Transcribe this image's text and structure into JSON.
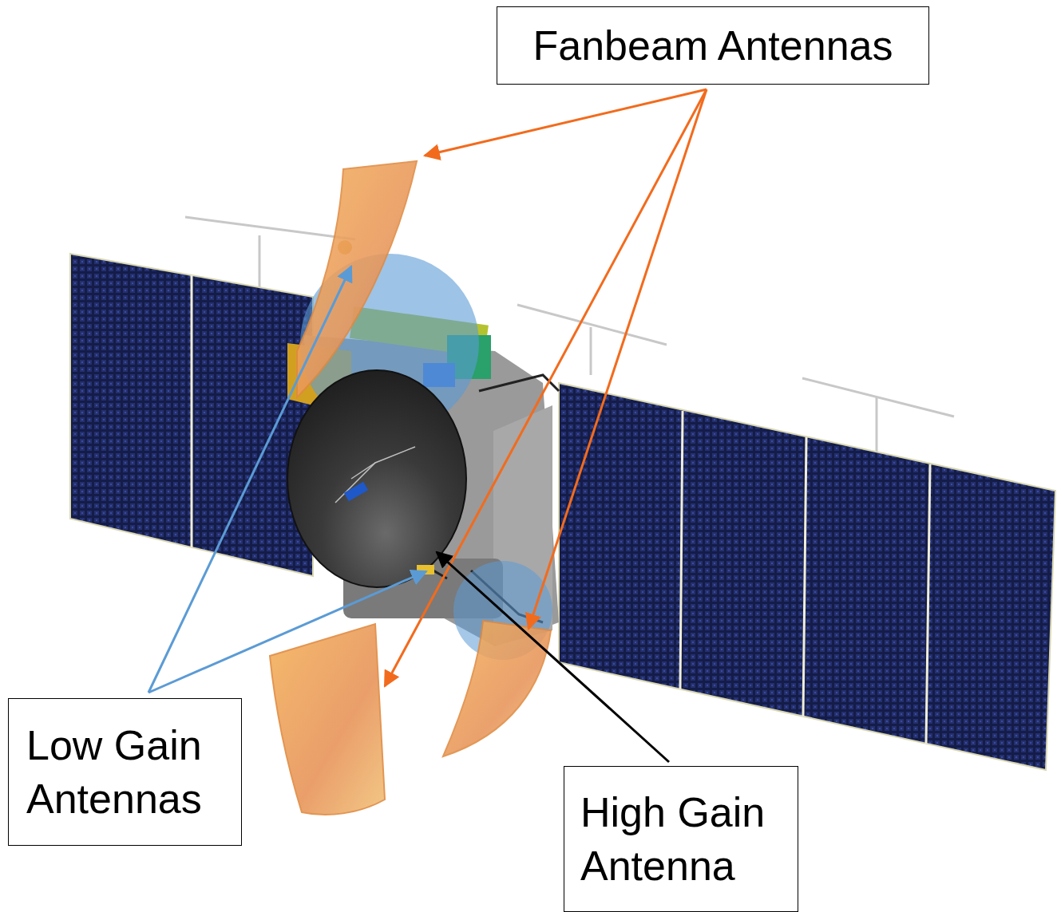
{
  "diagram": {
    "nodes": [
      {
        "text": [
          "Fanbeam Antennas"
        ]
      },
      {
        "text": [
          "Low Gain Antennas"
        ]
      },
      {
        "text": [
          "High Gain Antenna"
        ]
      }
    ]
  }
}
